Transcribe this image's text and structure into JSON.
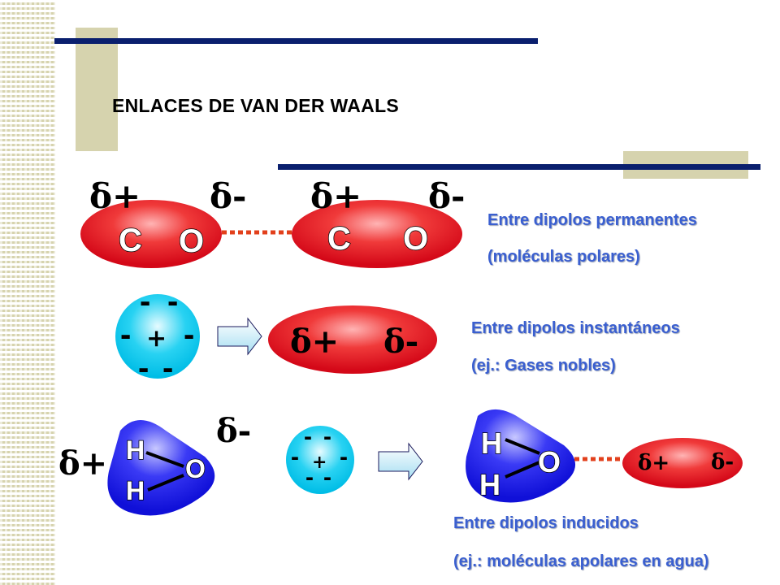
{
  "title": "ENLACES DE VAN DER WAALS",
  "symbols": {
    "delta_plus": "δ+",
    "delta_minus": "δ-",
    "plus": "+",
    "minus": "-"
  },
  "atoms": {
    "carbon": "C",
    "oxygen": "O",
    "hydrogen": "H"
  },
  "notes": {
    "permanent_line1": "Entre dipolos permanentes",
    "permanent_line2": "(moléculas polares)",
    "instant_line1": "Entre dipolos instantáneos",
    "instant_line2": "(ej.: Gases nobles)",
    "induced_line1": "Entre dipolos inducidos",
    "induced_line2": "(ej.: moléculas apolares en agua)"
  },
  "colors": {
    "accent_bar": "#0a1f6e",
    "decor_block": "#d6d3ae",
    "note_text": "#3a5fd0",
    "red_molecule": "#e8182a",
    "blue_molecule": "#1a1ae6",
    "cyan_atom": "#00c6ec",
    "bond_dots": "#e2401c"
  }
}
